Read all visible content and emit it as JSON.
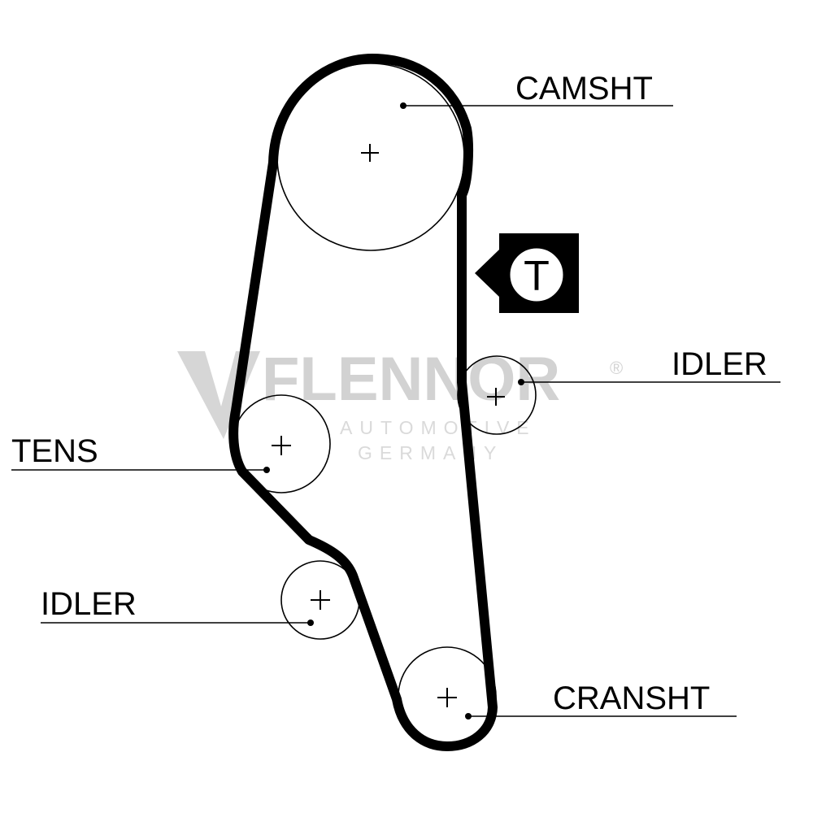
{
  "labels": {
    "camshaft": "CAMSHT",
    "idler_right": "IDLER",
    "tensioner": "TENS",
    "idler_left": "IDLER",
    "crankshaft": "CRANSHT"
  },
  "tension_marker": {
    "letter": "T",
    "icon": "tension-point-icon"
  },
  "watermark": {
    "brand": "FLENNOR",
    "registered": "®",
    "line1": "AUTOMOTIVE",
    "line2": "GERMANY",
    "logo_icon": "flennor-v-logo-icon"
  },
  "colors": {
    "line": "#000000",
    "background": "#ffffff",
    "watermark": "#d2d2d2"
  }
}
